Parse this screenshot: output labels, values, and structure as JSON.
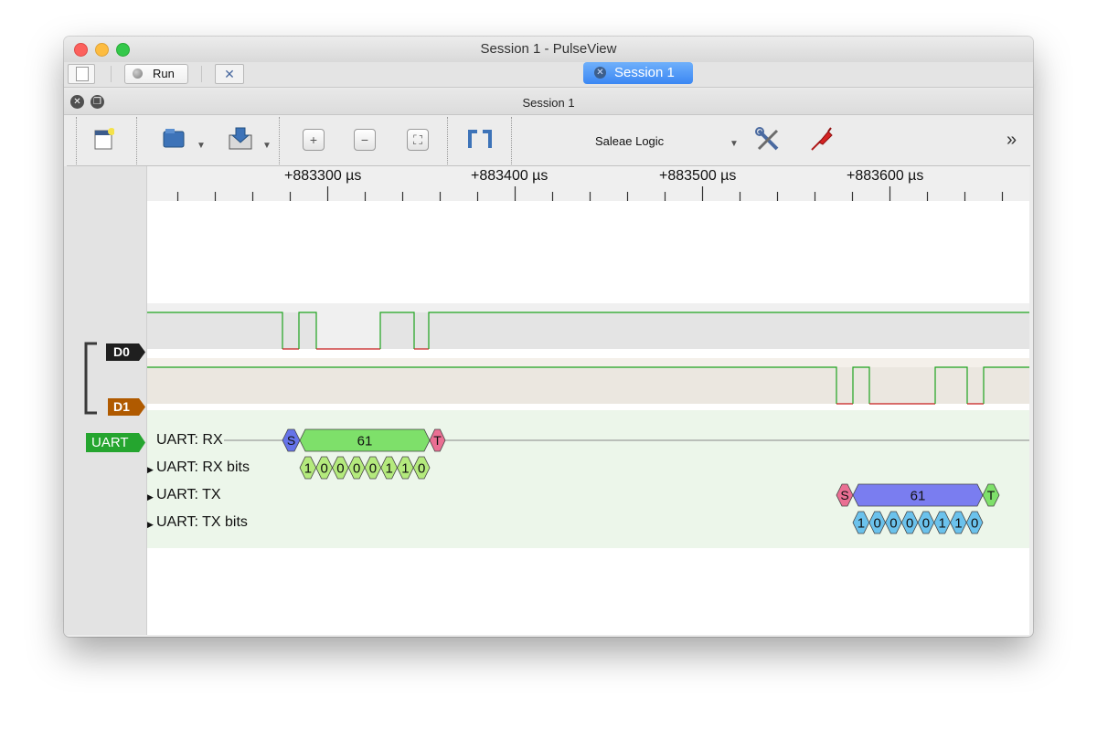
{
  "window": {
    "title": "Session 1 - PulseView"
  },
  "main_toolbar": {
    "run_label": "Run",
    "session_tab_label": "Session 1"
  },
  "session": {
    "title": "Session 1",
    "device": "Saleae Logic",
    "ruler_labels": [
      "+883300 µs",
      "+883400 µs",
      "+883500 µs",
      "+883600 µs"
    ]
  },
  "channels": [
    {
      "name": "D0",
      "color": "#222222"
    },
    {
      "name": "D1",
      "color": "#b05a00"
    }
  ],
  "decoder": {
    "label": "UART",
    "color": "#25a52f",
    "rows": [
      {
        "name": "UART: RX"
      },
      {
        "name": "UART: RX bits"
      },
      {
        "name": "UART: TX"
      },
      {
        "name": "UART: TX bits"
      }
    ],
    "rx": {
      "start": "S",
      "byte": "61",
      "stop": "T",
      "bits": [
        "1",
        "0",
        "0",
        "0",
        "0",
        "1",
        "1",
        "0"
      ]
    },
    "tx": {
      "start": "S",
      "byte": "61",
      "stop": "T",
      "bits": [
        "1",
        "0",
        "0",
        "0",
        "0",
        "1",
        "1",
        "0"
      ]
    }
  },
  "colors": {
    "signal_high": "#1ea31e",
    "signal_low": "#c81e1e",
    "start_bit": "#6573e8",
    "stop_bit": "#ea6f93",
    "rx_data": "#7ee06a",
    "rx_bits": "#b4ea7d",
    "tx_data": "#7a7df0",
    "tx_bits": "#6bc2ec"
  }
}
